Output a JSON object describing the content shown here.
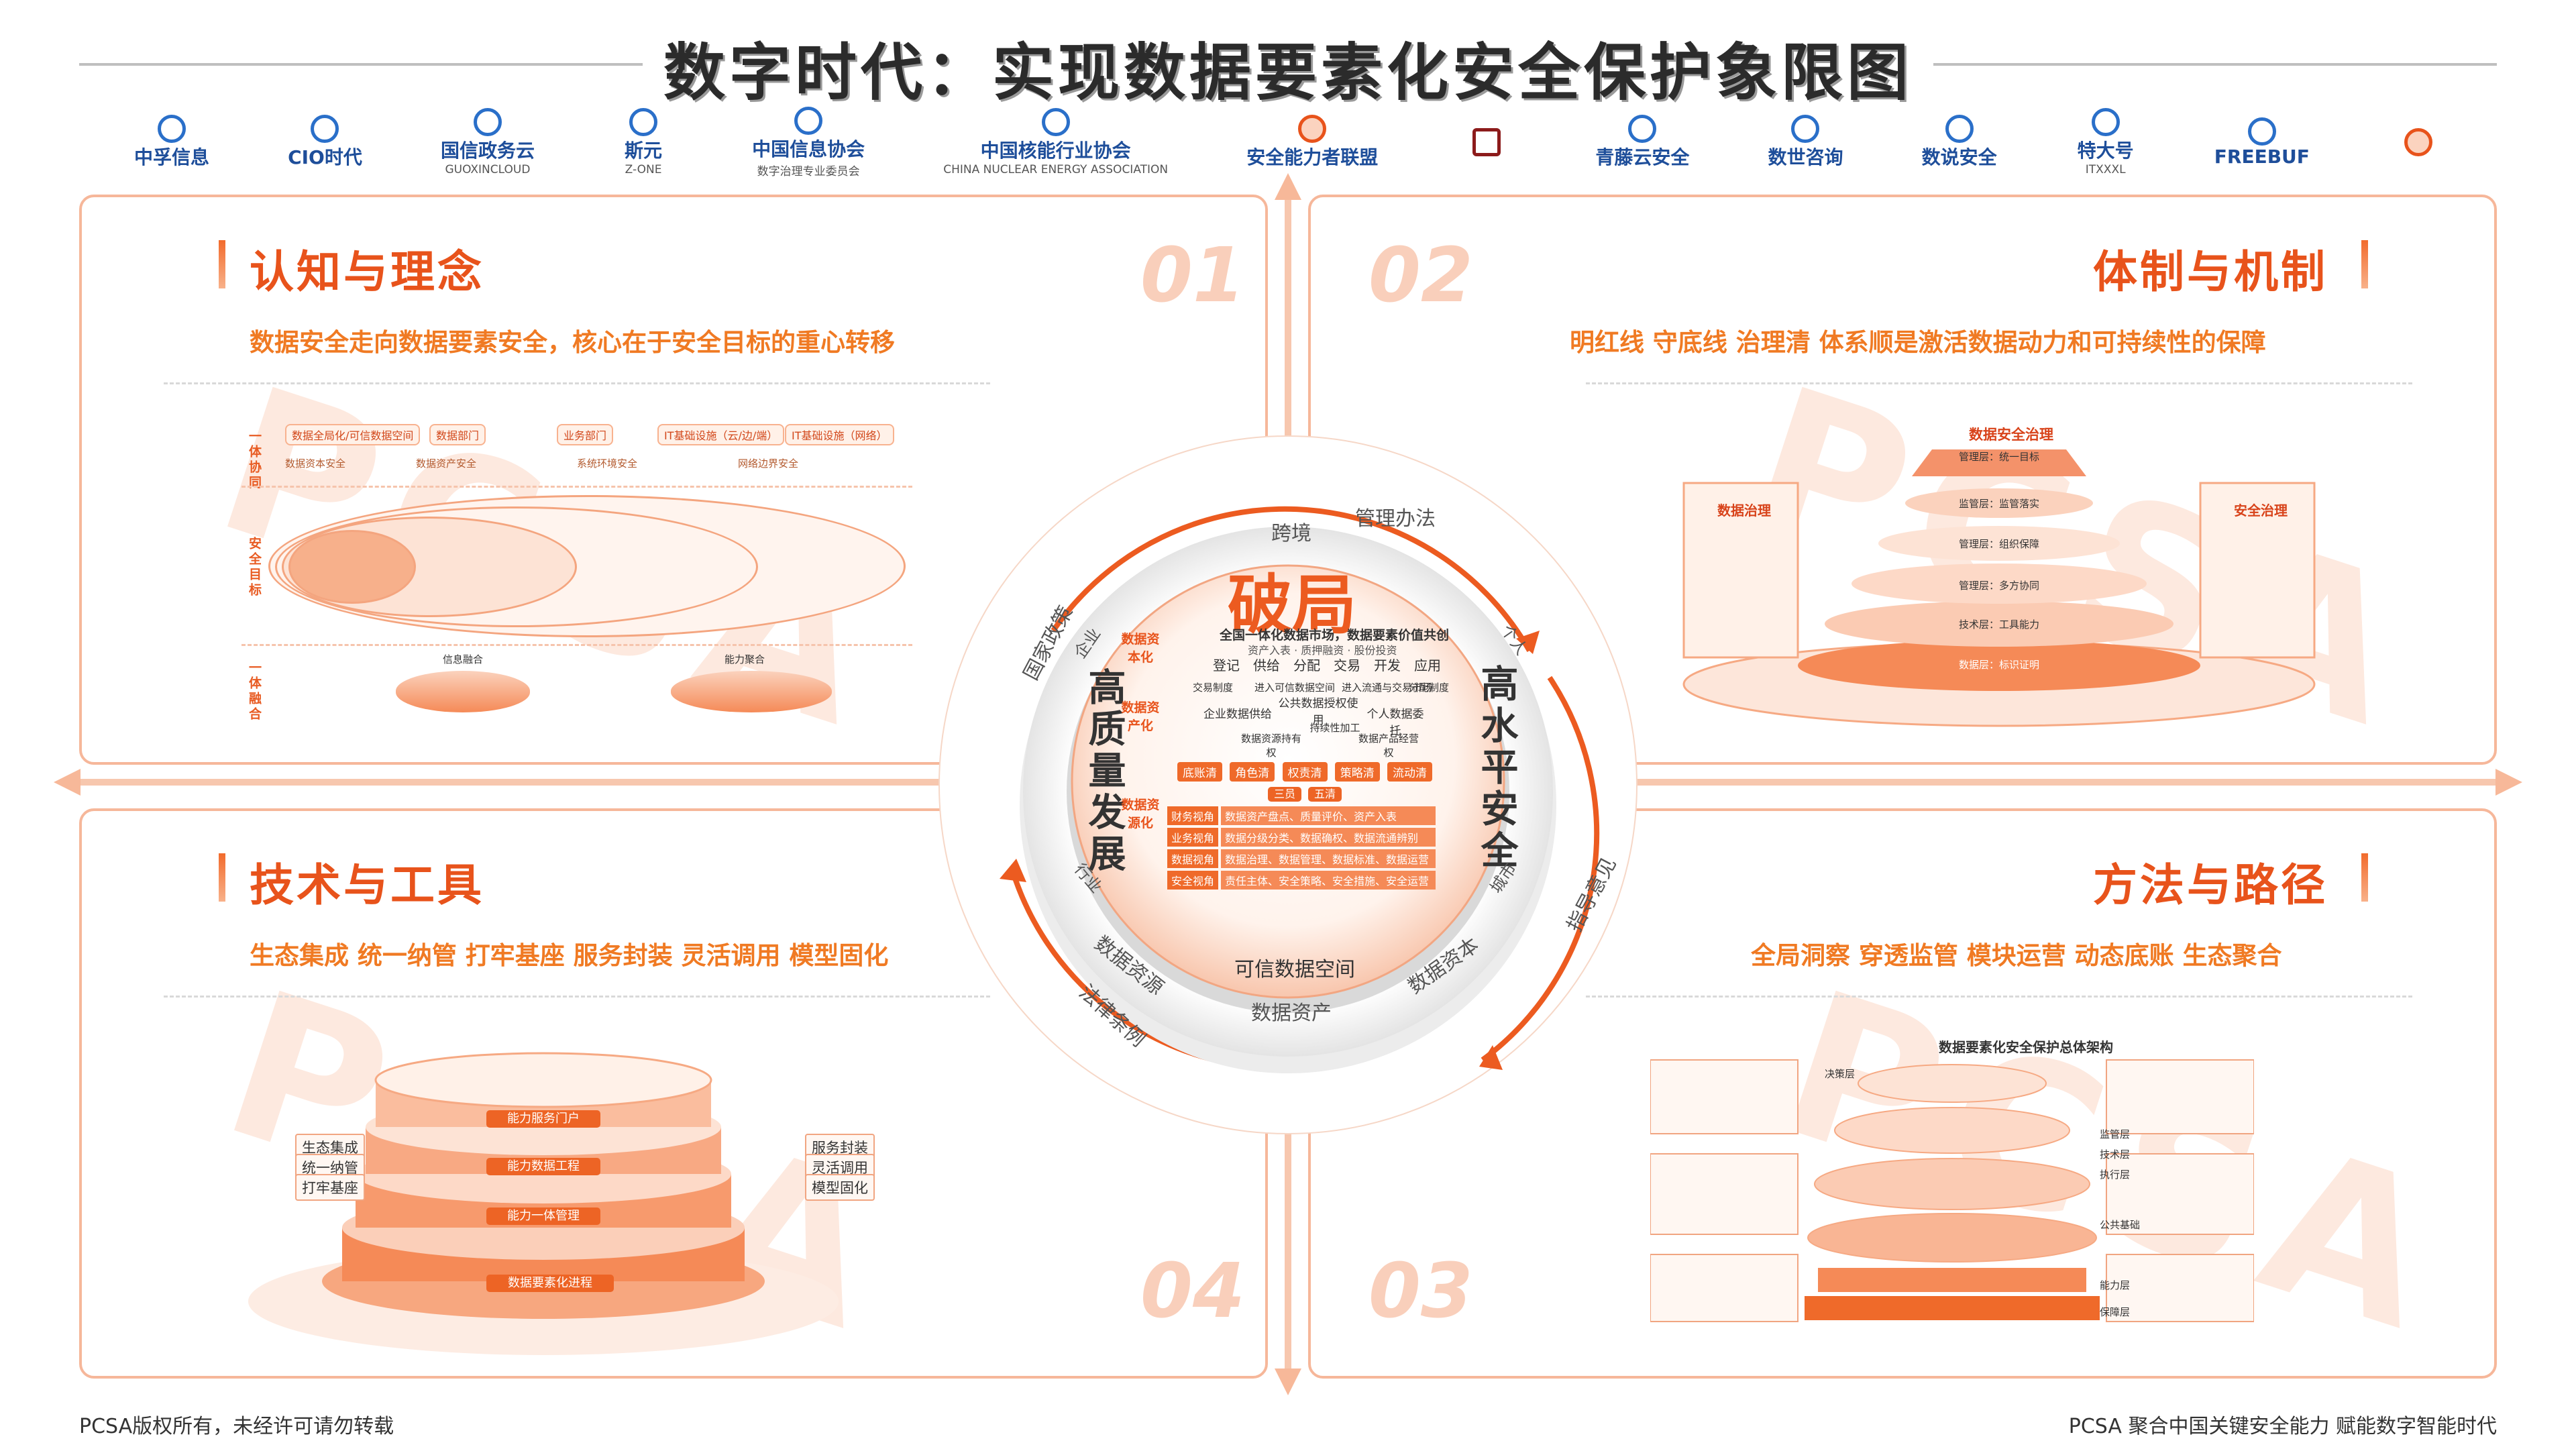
{
  "title": "数字时代：实现数据要素化安全保护象限图",
  "logos": [
    {
      "icon": "zhongfu-logo",
      "name": "中孚信息",
      "sub": ""
    },
    {
      "icon": "cio-logo",
      "name": "CIO时代",
      "sub": ""
    },
    {
      "icon": "guoxin-logo",
      "name": "国信政务云",
      "sub": "GUOXINCLOUD"
    },
    {
      "icon": "zone-logo",
      "name": "斯元",
      "sub": "Z-ONE"
    },
    {
      "icon": "xinxi-logo",
      "name": "中国信息协会",
      "sub": "数字治理专业委员会"
    },
    {
      "icon": "nuclear-logo",
      "name": "中国核能行业协会",
      "sub": "CHINA NUCLEAR ENERGY ASSOCIATION"
    },
    {
      "icon": "alliance-logo",
      "name": "安全能力者联盟",
      "sub": ""
    },
    {
      "icon": "seal-logo",
      "name": "",
      "sub": ""
    },
    {
      "icon": "qingteng-logo",
      "name": "青藤云安全",
      "sub": ""
    },
    {
      "icon": "shushi-logo",
      "name": "数世咨询",
      "sub": ""
    },
    {
      "icon": "shushi-sec-logo",
      "name": "数说安全",
      "sub": ""
    },
    {
      "icon": "itxxxl-logo",
      "name": "特大号",
      "sub": "ITXXXL"
    },
    {
      "icon": "freebuf-logo",
      "name": "FREEBUF",
      "sub": ""
    },
    {
      "icon": "orange-logo",
      "name": "",
      "sub": ""
    }
  ],
  "quadrants": {
    "q1": {
      "title": "认知与理念",
      "number": "01",
      "subtitle": "数据安全走向数据要素安全，核心在于安全目标的重心转移",
      "side_labels": [
        "一体协同",
        "安全目标",
        "一体融合"
      ],
      "chips": [
        "数据全局化/可信数据空间",
        "数据部门",
        "业务部门",
        "IT基础设施（云/边/端）",
        "IT基础设施（网络）",
        "数据资本安全",
        "数据资产安全",
        "系统环境安全",
        "网络边界安全"
      ],
      "bottom": [
        "信息融合",
        "能力聚合"
      ]
    },
    "q2": {
      "title": "体制与机制",
      "number": "02",
      "subtitle": "明红线  守底线  治理清  体系顺是激活数据动力和可持续性的保障",
      "labels": [
        "数据安全治理",
        "数据治理",
        "安全治理",
        "管理层：统一目标",
        "监管层：监管落实",
        "管理层：组织保障",
        "管理层：多方协同",
        "技术层：工具能力",
        "数据层：标识证明"
      ]
    },
    "q3": {
      "title": "方法与路径",
      "number": "03",
      "subtitle": "全局洞察  穿透监管  模块运营  动态底账  生态聚合",
      "diagram_title": "数据要素化安全保护总体架构",
      "side": [
        "决策层",
        "监管层",
        "执行层",
        "技术层",
        "公共基础",
        "能力层",
        "保障层"
      ]
    },
    "q4": {
      "title": "技术与工具",
      "number": "04",
      "subtitle": "生态集成  统一纳管  打牢基座  服务封装   灵活调用  模型固化",
      "left_tags": [
        "生态集成",
        "统一纳管",
        "打牢基座"
      ],
      "right_tags": [
        "服务封装",
        "灵活调用",
        "模型固化"
      ],
      "layers": [
        "能力服务门户",
        "能力数据工程",
        "能力一体管理",
        "数据要素化进程"
      ]
    }
  },
  "center": {
    "headline": "破局",
    "market": "全国一体化数据市场，数据要素价值共创",
    "market_sub": "资产入表 · 质押融资 · 股份投资",
    "flows": [
      "登记",
      "供给",
      "分配",
      "交易",
      "开发",
      "应用"
    ],
    "left_vertical": "高质量发展",
    "right_vertical": "高水平安全",
    "stages": [
      "数据资本化",
      "数据资产化",
      "数据资源化"
    ],
    "middle": [
      "企业数据供给",
      "公共数据授权使用",
      "个人数据委托"
    ],
    "rights": [
      "数据资源持有权",
      "持续性加工",
      "数据产品经营权"
    ],
    "clears": [
      "底账清",
      "角色清",
      "权责清",
      "策略清",
      "流动清"
    ],
    "small": [
      "三员",
      "五清"
    ],
    "rows": [
      {
        "label": "财务视角",
        "text": "数据资产盘点、质量评价、资产入表"
      },
      {
        "label": "业务视角",
        "text": "数据分级分类、数据确权、数据流通辨别"
      },
      {
        "label": "数据视角",
        "text": "数据治理、数据管理、数据标准、数据运营"
      },
      {
        "label": "安全视角",
        "text": "责任主体、安全策略、安全措施、安全运营"
      }
    ],
    "policy_tags": [
      "交易制度",
      "进入可信数据空间",
      "进入流通与交易市场",
      "分配制度"
    ],
    "ring_labels": [
      "管理办法",
      "跨境",
      "国家政策",
      "企业",
      "个人",
      "行业",
      "城市",
      "指导意见",
      "数据资源",
      "数据资本",
      "可信数据空间",
      "数据资产",
      "法律条例"
    ]
  },
  "footer": {
    "left": "PCSA版权所有，未经许可请勿转载",
    "right": "PCSA 聚合中国关键安全能力  赋能数字智能时代"
  },
  "colors": {
    "accent": "#ed6425",
    "title": "#e8531b",
    "subtitle": "#f07a23",
    "panel_border": "#f6b79a"
  }
}
